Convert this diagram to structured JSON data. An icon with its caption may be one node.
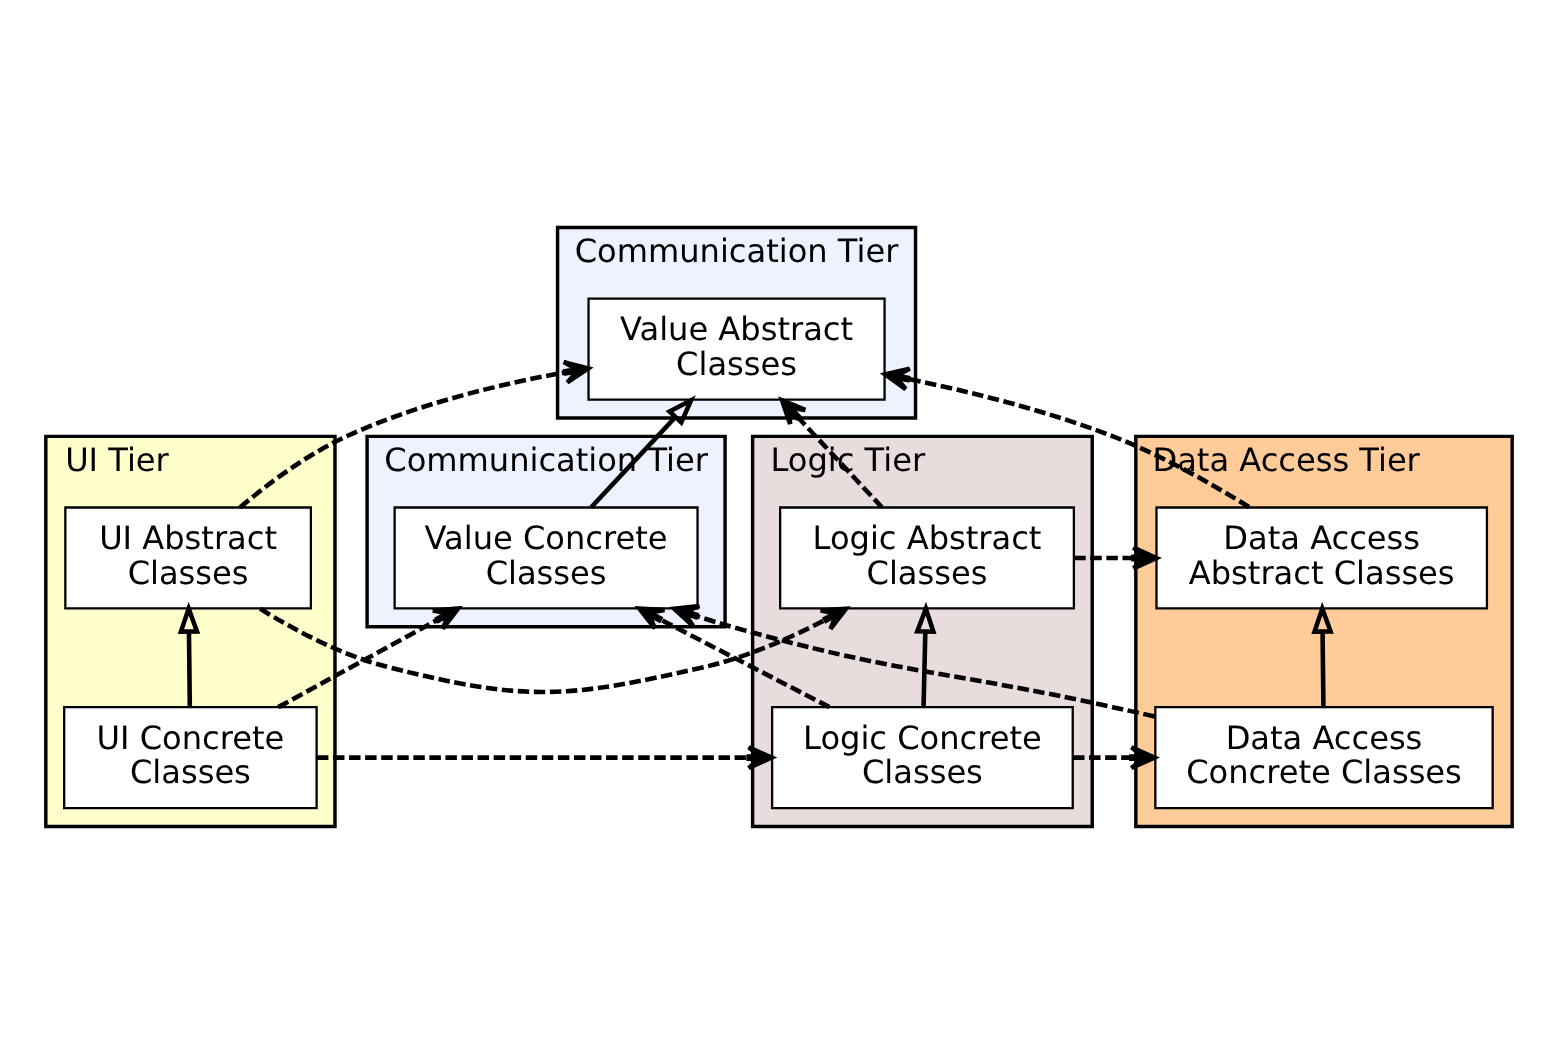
{
  "diagram": {
    "nodes": [
      {
        "text": [
          "Communication Tier"
        ]
      },
      {
        "text": [
          "Value Abstract Classes"
        ],
        "in": 0
      },
      {
        "text": [
          "UI Tier"
        ]
      },
      {
        "text": [
          "UI Abstract Classes"
        ],
        "in": 2
      },
      {
        "text": [
          "UI Concrete Classes"
        ],
        "in": 2
      },
      {
        "text": [
          "Logic Tier"
        ]
      },
      {
        "text": [
          "Logic Abstract Classes"
        ],
        "in": 5
      },
      {
        "text": [
          "Logic Concrete Classes"
        ],
        "in": 5
      },
      {
        "text": [
          "Data Access Tier"
        ]
      },
      {
        "text": [
          "Data Access Abstract Classes"
        ],
        "in": 8
      },
      {
        "text": [
          "Data Access Concrete Classes"
        ],
        "in": 8
      },
      {
        "text": [
          "Communication Tier"
        ]
      },
      {
        "text": [
          "Value Concrete Classes"
        ],
        "in": 11
      }
    ],
    "edges": [
      {
        "from": 3,
        "to": 1,
        "arrow": "to",
        "style": "dashed"
      },
      {
        "from": 6,
        "to": 1,
        "arrow": "to",
        "style": "dashed"
      },
      {
        "from": 9,
        "to": 1,
        "arrow": "to",
        "style": "dashed"
      },
      {
        "from": 12,
        "to": 1,
        "arrow": "to"
      },
      {
        "from": 3,
        "to": 6,
        "arrow": "to",
        "style": "dashed"
      },
      {
        "from": 6,
        "to": 9,
        "arrow": "to",
        "style": "dashed"
      },
      {
        "from": 4,
        "to": 3,
        "arrow": "to"
      },
      {
        "from": 7,
        "to": 6,
        "arrow": "to"
      },
      {
        "from": 10,
        "to": 9,
        "arrow": "to"
      },
      {
        "from": 4,
        "to": 7,
        "arrow": "to",
        "style": "dashed"
      },
      {
        "from": 7,
        "to": 10,
        "arrow": "to",
        "style": "dashed"
      },
      {
        "from": 7,
        "to": 12,
        "arrow": "to",
        "style": "dashed"
      },
      {
        "from": 4,
        "to": 12,
        "arrow": "to",
        "style": "dashed"
      },
      {
        "from": 10,
        "to": 12,
        "arrow": "to",
        "style": "dashed"
      }
    ]
  }
}
